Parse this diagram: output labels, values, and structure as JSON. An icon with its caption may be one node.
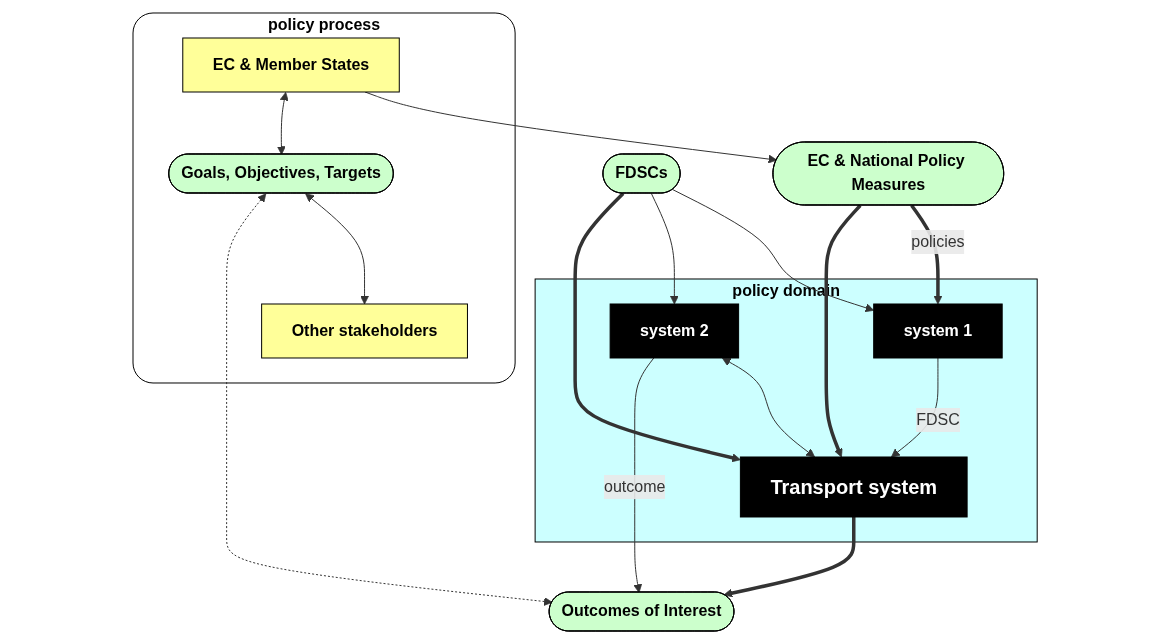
{
  "diagram": {
    "nodes": [
      {
        "text": [
          "policy process"
        ]
      },
      {
        "text": [
          "EC & Member States"
        ],
        "in": 0
      },
      {
        "text": [
          "Other stakeholders"
        ],
        "in": 0
      },
      {
        "text": [
          "Goals, Objectives, Targets"
        ],
        "in": 0
      },
      {
        "text": [
          "EC & National Policy Measures"
        ]
      },
      {
        "text": [
          "policy domain"
        ]
      },
      {
        "text": [
          "system 1"
        ],
        "in": 5
      },
      {
        "text": [
          "system 2"
        ],
        "in": 5
      },
      {
        "text": [
          "Transport system"
        ],
        "in": 5
      },
      {
        "text": [
          "FDSCs"
        ]
      },
      {
        "text": [
          "Outcomes of Interest"
        ]
      }
    ],
    "edges": [
      {
        "from": 1,
        "to": 4,
        "arrow": "to"
      },
      {
        "from": 1,
        "to": 3,
        "arrow": "both"
      },
      {
        "from": 3,
        "to": 2,
        "arrow": "both"
      },
      {
        "from": 4,
        "to": 6,
        "arrow": "to",
        "label": "policies",
        "style": "thick"
      },
      {
        "from": 4,
        "to": 8,
        "arrow": "to",
        "style": "thick"
      },
      {
        "from": 3,
        "to": 10,
        "arrow": "both",
        "style": "dashed"
      },
      {
        "from": 9,
        "to": 6,
        "arrow": "to"
      },
      {
        "from": 9,
        "to": 7,
        "arrow": "to"
      },
      {
        "from": 6,
        "to": 8,
        "arrow": "to",
        "label": "FDSC"
      },
      {
        "from": 7,
        "to": 8,
        "arrow": "both"
      },
      {
        "from": 7,
        "to": 10,
        "arrow": "to",
        "label": "outcome"
      },
      {
        "from": 9,
        "to": 8,
        "arrow": "to",
        "style": "thick"
      },
      {
        "from": 8,
        "to": 10,
        "arrow": "to",
        "style": "thick"
      }
    ]
  }
}
